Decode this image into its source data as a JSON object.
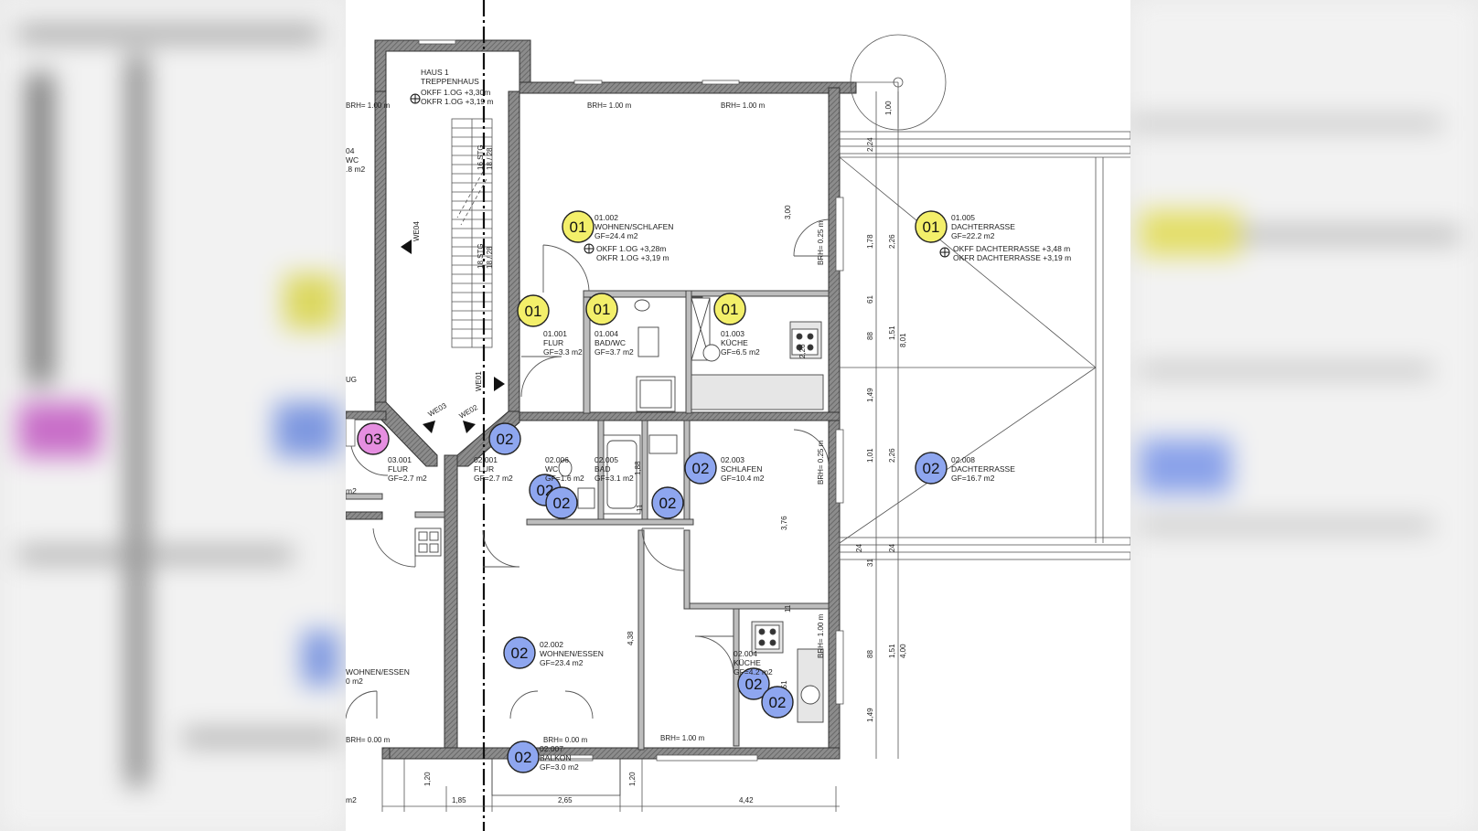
{
  "colors": {
    "unit1": "#f3ef6a",
    "unit2": "#8ea6ef",
    "unit3": "#e58ee0",
    "wall": "#555555",
    "background": "#ffffff"
  },
  "stair": {
    "title1": "HAUS 1",
    "title2": "TREPPENHAUS",
    "okff": "OKFF 1.OG +3,30m",
    "okfr": "OKFR 1.OG +3,19 m",
    "we04": "WE04",
    "we01": "WE01",
    "we03": "WE03",
    "we02": "WE02",
    "step_top1": "16 STG",
    "step_top2": "18 / 28",
    "step_bot1": "18 STG",
    "step_bot2": "18 / 28"
  },
  "rooms": [
    {
      "badge": "01",
      "unit": "unit1",
      "id": "01.002",
      "name": "WOHNEN/SCHLAFEN",
      "area": "GF=24.4 m2",
      "extra1": "OKFF 1.OG +3,28m",
      "extra2": "OKFR 1.OG +3,19 m"
    },
    {
      "badge": "01",
      "unit": "unit1",
      "id": "01.001",
      "name": "FLUR",
      "area": "GF=3.3 m2"
    },
    {
      "badge": "01",
      "unit": "unit1",
      "id": "01.004",
      "name": "BAD/WC",
      "area": "GF=3.7 m2"
    },
    {
      "badge": "01",
      "unit": "unit1",
      "id": "01.003",
      "name": "KÜCHE",
      "area": "GF=6.5 m2"
    },
    {
      "badge": "01",
      "unit": "unit1",
      "id": "01.005",
      "name": "DACHTERRASSE",
      "area": "GF=22.2 m2",
      "extra1": "OKFF DACHTERRASSE +3,48 m",
      "extra2": "OKFR DACHTERRASSE +3,19 m"
    },
    {
      "badge": "03",
      "unit": "unit3",
      "id": "03.001",
      "name": "FLUR",
      "area": "GF=2.7 m2"
    },
    {
      "badge": "02",
      "unit": "unit2",
      "id": "02.001",
      "name": "FLUR",
      "area": "GF=2.7 m2"
    },
    {
      "badge": "02",
      "unit": "unit2",
      "id": "02.006",
      "name": "WC",
      "area": "GF=1.6 m2"
    },
    {
      "badge": "02",
      "unit": "unit2",
      "id": "02.005",
      "name": "BAD",
      "area": "GF=3.1 m2"
    },
    {
      "badge": "02",
      "unit": "unit2",
      "id": "02.003",
      "name": "SCHLAFEN",
      "area": "GF=10.4 m2"
    },
    {
      "badge": "02",
      "unit": "unit2",
      "id": "02.008",
      "name": "DACHTERRASSE",
      "area": "GF=16.7 m2"
    },
    {
      "badge": "02",
      "unit": "unit2",
      "id": "02.002",
      "name": "WOHNEN/ESSEN",
      "area": "GF=23.4 m2"
    },
    {
      "badge": "02",
      "unit": "unit2",
      "id": "02.004",
      "name": "KÜCHE",
      "area": "GF=4.2 m2"
    },
    {
      "badge": "02",
      "unit": "unit2",
      "id": "02.007",
      "name": "BALKON",
      "area": "GF=3.0 m2"
    }
  ],
  "extra_badges": [
    "02",
    "02",
    "02"
  ],
  "brh": {
    "b1": "BRH= 1.00 m",
    "b2": "BRH= 1.00 m",
    "b3": "BRH= 1.00 m",
    "b4": "BRH= 1.00 m",
    "b5": "BRH= 0.00 m",
    "b6": "BRH= 1.00 m",
    "b7": "BRH= 0.25 m",
    "b8": "BRH= 0.25 m",
    "b9": "BRH= 0.00 m"
  },
  "left_partial": {
    "room1": "04",
    "room1_sub": "WC",
    "room1_area": ".8 m2",
    "label_g": "UG",
    "wohnen": "WOHNEN/ESSEN",
    "wohnen_area": "0 m2",
    "m2a": "m2",
    "m2b": "m2"
  },
  "dims_bottom": [
    "1,20",
    "1,85",
    "2,65",
    "1,20",
    "4,42"
  ],
  "dims_right": [
    "1,00",
    "2,24",
    "1,78",
    "2,26",
    "61",
    "88",
    "1,51",
    "8,01",
    "1,49",
    "1,01",
    "2,26",
    "24",
    "31",
    "88",
    "1,51",
    "4,00",
    "1,49"
  ],
  "dims_inner": [
    "3,00",
    "1,88",
    "2,51",
    "3,76",
    "4,38",
    "11",
    "11",
    "2,26",
    "24"
  ]
}
